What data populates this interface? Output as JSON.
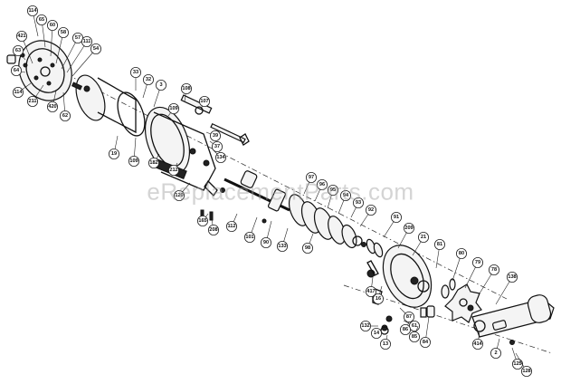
{
  "watermark": "eReplacementParts.com",
  "callouts": [
    "114",
    "65",
    "60",
    "58",
    "57",
    "111",
    "54",
    "421",
    "63",
    "64",
    "114",
    "211",
    "420",
    "62",
    "33",
    "32",
    "3",
    "108",
    "107",
    "109",
    "39",
    "37",
    "134",
    "19",
    "109",
    "182",
    "212",
    "120",
    "165",
    "208",
    "112",
    "101",
    "90",
    "133",
    "98",
    "97",
    "96",
    "95",
    "94",
    "93",
    "92",
    "91",
    "209",
    "21",
    "81",
    "80",
    "79",
    "78",
    "138",
    "417",
    "16",
    "87",
    "61",
    "132",
    "14",
    "13",
    "86",
    "85",
    "84",
    "414",
    "2",
    "125",
    "128"
  ]
}
